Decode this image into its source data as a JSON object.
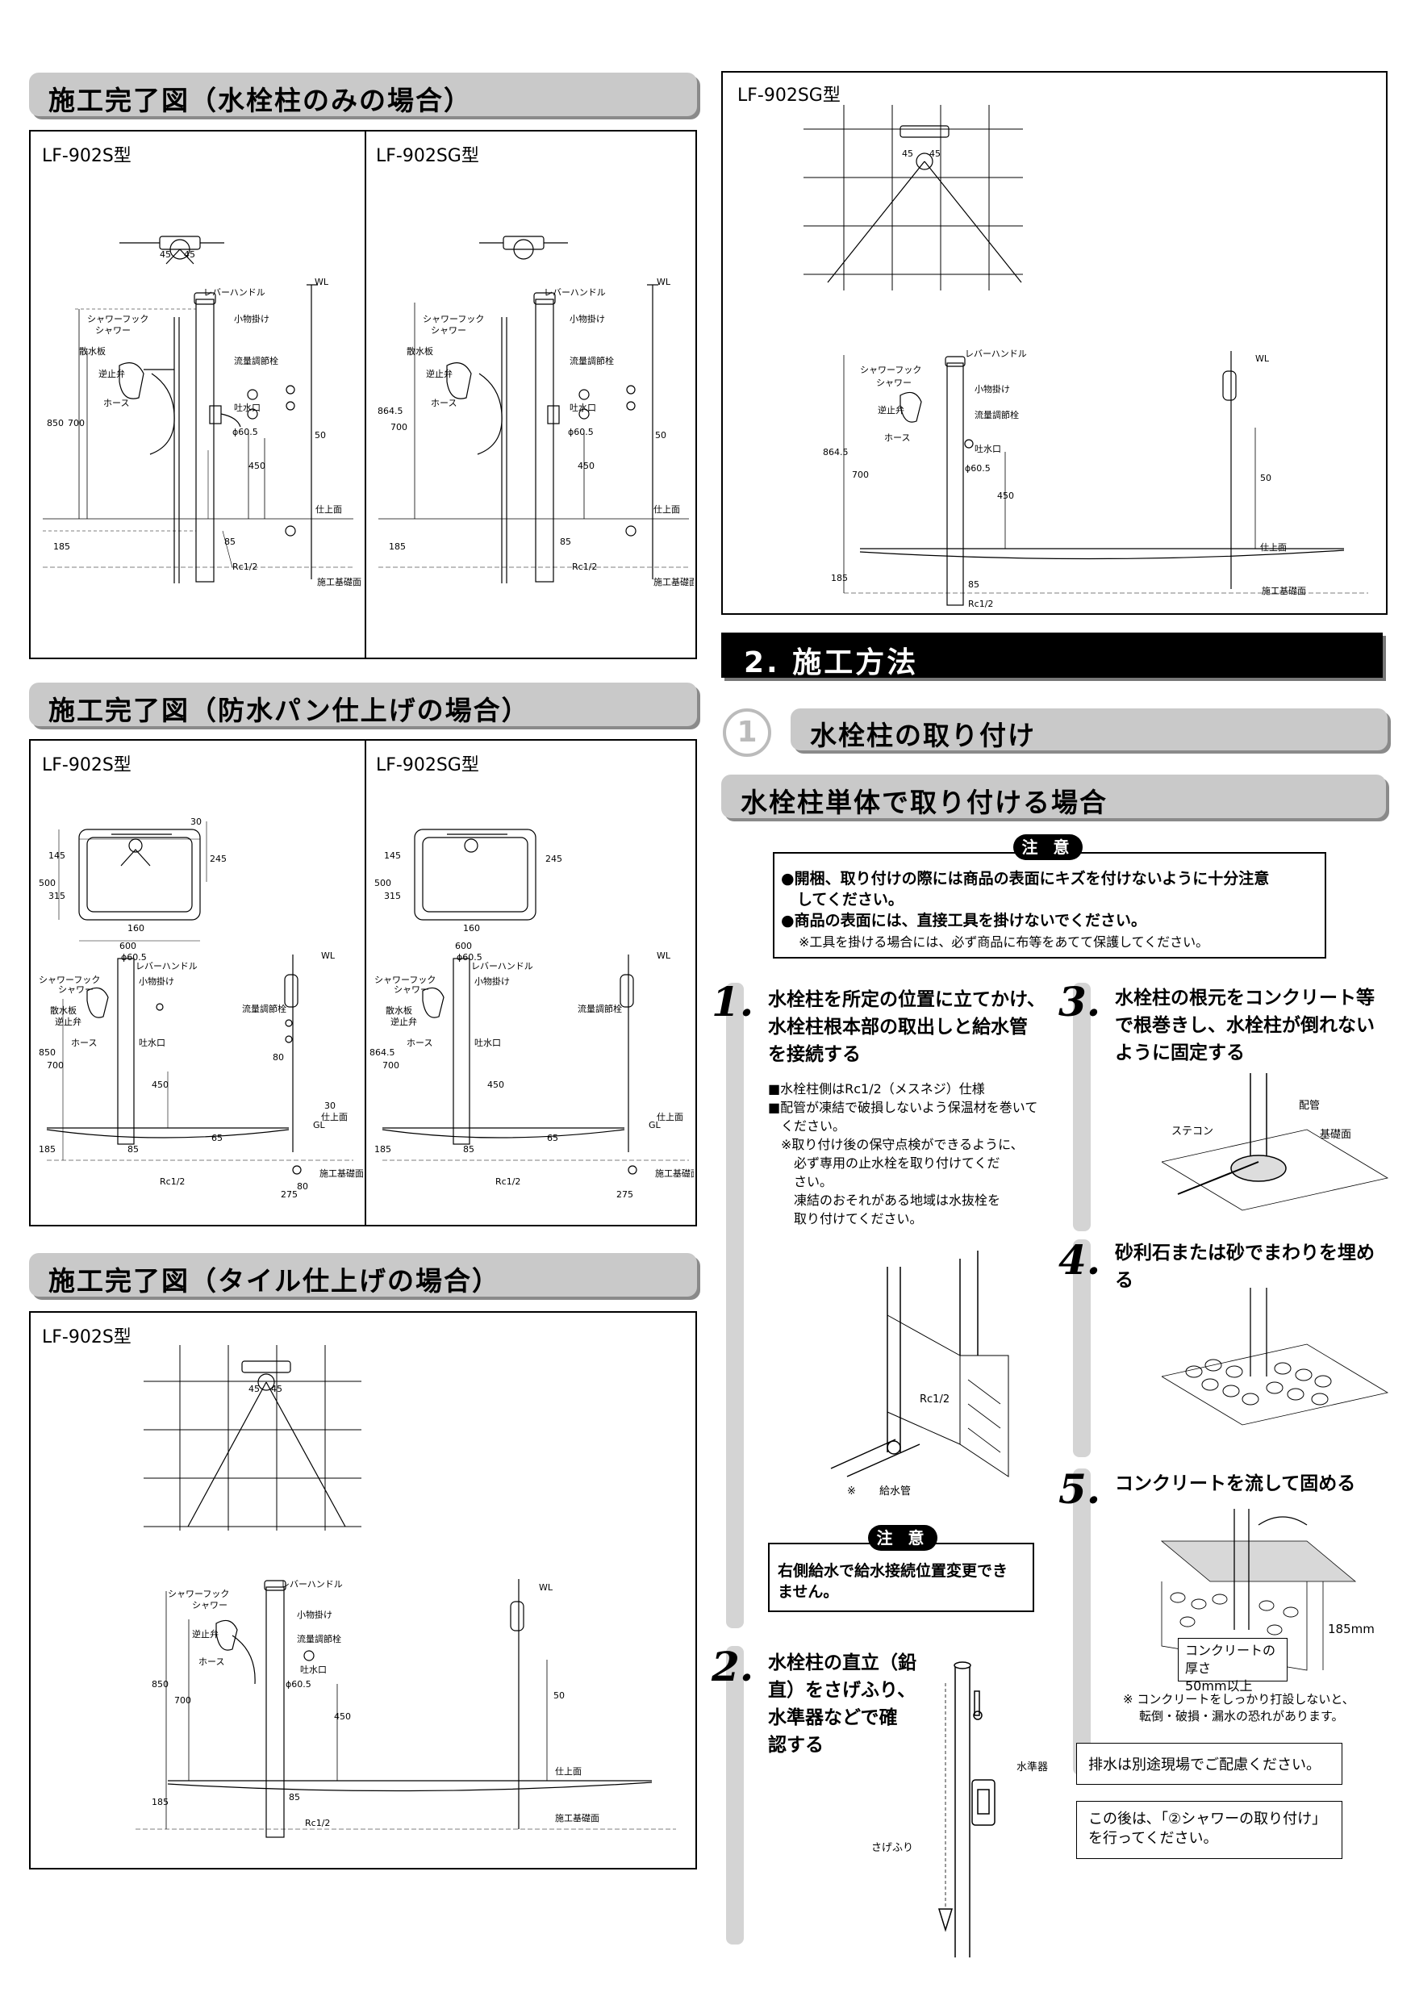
{
  "sections": {
    "s1_title": "施工完了図（水栓柱のみの場合）",
    "s2_title": "施工完了図（防水パン仕上げの場合）",
    "s3_title": "施工完了図（タイル仕上げの場合）"
  },
  "models": {
    "lf902s": "LF-902S型",
    "lf902sg": "LF-902SG型"
  },
  "labels": {
    "shower_hook": "シャワーフック",
    "shower": "シャワー",
    "sprinkler_plate": "散水板",
    "check_valve": "逆止弁",
    "hose": "ホース",
    "lever_handle": "レバーハンドル",
    "small_hanger": "小物掛け",
    "flow_valve": "流量調節栓",
    "spout": "吐水口",
    "finish_surface": "仕上面",
    "foundation_surface": "施工基礎面",
    "wl": "WL",
    "gl": "GL",
    "rc": "Rc1/2",
    "phi": "ϕ60.5",
    "deg45": "45",
    "d850": "850",
    "d700": "700",
    "d8645": "864.5",
    "d450": "450",
    "d50": "50",
    "d185": "185",
    "d85": "85",
    "d500": "500",
    "d315": "315",
    "d145": "145",
    "d245": "245",
    "d30": "30",
    "d160": "160",
    "d600": "600",
    "d80": "80",
    "d65": "65",
    "d275": "275"
  },
  "method": {
    "title": "2. 施工方法",
    "sub_num": "1",
    "sub_title": "水栓柱の取り付け",
    "case_title": "水栓柱単体で取り付ける場合",
    "caution_label": "注 意",
    "caution_line1": "●開梱、取り付けの際には商品の表面にキズを付けないように十分注意",
    "caution_line2": "してください。",
    "caution_line3": "●商品の表面には、直接工具を掛けないでください。",
    "caution_line4": "※工具を掛ける場合には、必ず商品に布等をあてて保護してください。"
  },
  "steps": {
    "s1_num": "1.",
    "s1_l1": "水栓柱を所定の位置に立てかけ、",
    "s1_l2": "水栓柱根本部の取出しと給水管",
    "s1_l3": "を接続する",
    "s1_n1": "■水栓柱側はRc1/2（メスネジ）仕様",
    "s1_n2": "■配管が凍結で破損しないよう保温材を巻いて",
    "s1_n3": "ください。",
    "s1_n4": "※取り付け後の保守点検ができるように、",
    "s1_n5": "必ず専用の止水栓を取り付けてくだ",
    "s1_n6": "さい。",
    "s1_n7": "凍結のおそれがある地域は水抜栓を",
    "s1_n8": "取り付けてください。",
    "s1_fig_rc": "Rc1/2",
    "s1_fig_pipe": "給水管",
    "s1_fig_mark": "※",
    "s1_caution_label": "注 意",
    "s1_caution_l1": "右側給水で給水接続位置変更でき",
    "s1_caution_l2": "ません。",
    "s2_num": "2.",
    "s2_l1": "水栓柱の直立（鉛",
    "s2_l2": "直）をさげふり、",
    "s2_l3": "水準器などで確",
    "s2_l4": "認する",
    "s2_fig_level": "水準器",
    "s2_fig_plumb": "さげふり",
    "s3_num": "3.",
    "s3_l1": "水栓柱の根元をコンクリート等",
    "s3_l2": "で根巻きし、水栓柱が倒れない",
    "s3_l3": "ように固定する",
    "s3_fig_pipe": "配管",
    "s3_fig_base": "基礎面",
    "s3_fig_stake": "ステコン",
    "s4_num": "4.",
    "s4_l1": "砂利石または砂でまわりを埋め",
    "s4_l2": "る",
    "s5_num": "5.",
    "s5_l1": "コンクリートを流して固める",
    "s5_fig_depth": "185mm",
    "s5_fig_thick1": "コンクリートの厚さ",
    "s5_fig_thick2": "50mm以上",
    "s5_warn1": "※ コンクリートをしっかり打設しないと、",
    "s5_warn2": "転倒・破損・漏水の恐れがあります。",
    "drain_note": "排水は別途現場でご配慮ください。",
    "next_l1": "この後は､「②シャワーの取り付け」",
    "next_l2": "を行ってください。"
  }
}
